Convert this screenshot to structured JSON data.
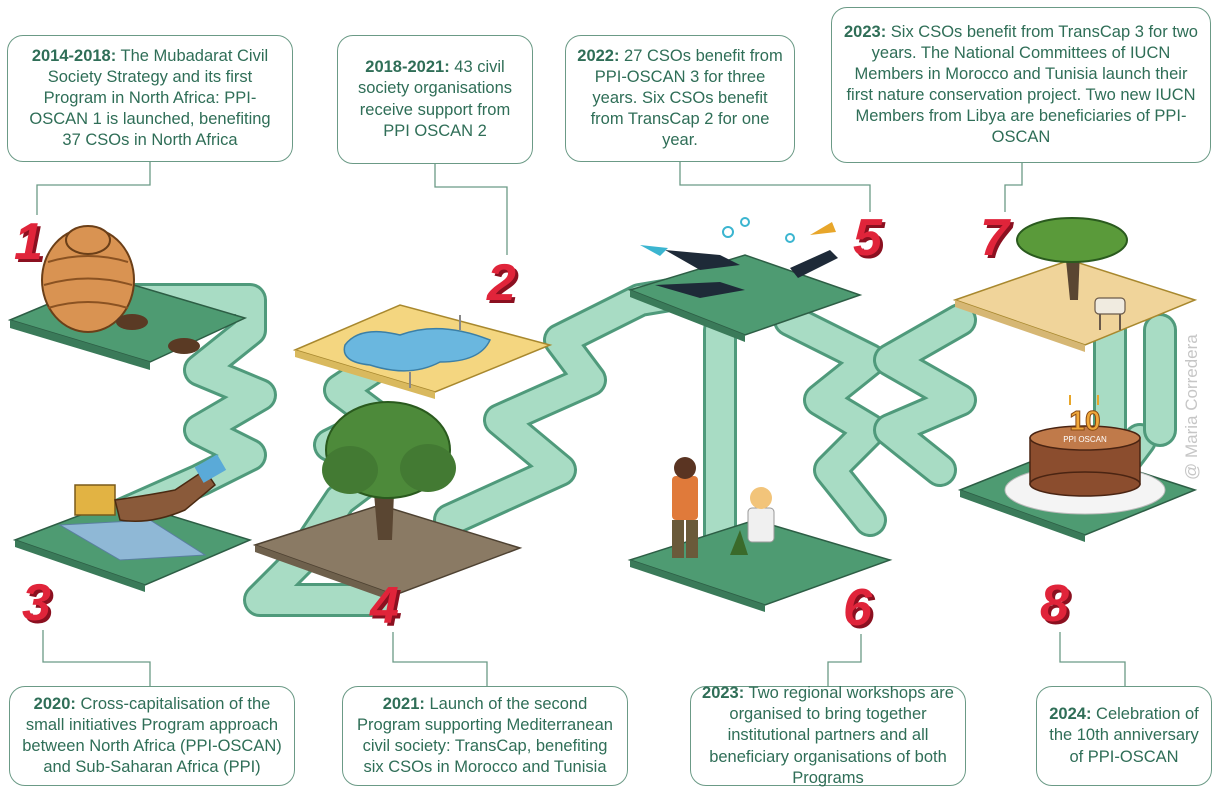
{
  "milestones": [
    {
      "num": "1",
      "year": "2014-2018:",
      "text": " The Mubadarat Civil Society Strategy and its first Program in North Africa: PPI-OSCAN 1 is launched, benefiting 37 CSOs in North Africa"
    },
    {
      "num": "2",
      "year": "2018-2021:",
      "text": " 43 civil society organisations receive support from PPI OSCAN 2"
    },
    {
      "num": "3",
      "year": "2020:",
      "text": " Cross-capitalisation of the small initiatives Program approach between North Africa (PPI-OSCAN) and Sub-Saharan Africa (PPI)"
    },
    {
      "num": "4",
      "year": "2021:",
      "text": " Launch of the second Program supporting Mediterranean civil society: TransCap, benefiting six CSOs in Morocco and Tunisia"
    },
    {
      "num": "5",
      "year": "2022:",
      "text": " 27 CSOs benefit from PPI-OSCAN 3 for three years. Six CSOs benefit from TransCap 2 for one year."
    },
    {
      "num": "6",
      "year": "2023:",
      "text": " Two regional workshops are organised to bring together institutional partners and all beneficiary organisations of both Programs"
    },
    {
      "num": "7",
      "year": "2023:",
      "text": " Six CSOs benefit from TransCap 3 for two years. The National Committees of IUCN Members in Morocco and Tunisia launch their first nature conservation project. Two new IUCN Members from Libya are beneficiaries of PPI-OSCAN"
    },
    {
      "num": "8",
      "year": "2024:",
      "text": " Celebration of the 10th anniversary of PPI-OSCAN"
    }
  ],
  "cake_label": "PPI OSCAN",
  "cake_number": "10",
  "credit": "@ Maria Corredera",
  "colors": {
    "path": "#a8dcc4",
    "path_edge": "#4f9a7b",
    "grass": "#4e9b72",
    "text": "#2f6e57",
    "number_red": "#e0243a",
    "box_border": "#6b9a86"
  }
}
